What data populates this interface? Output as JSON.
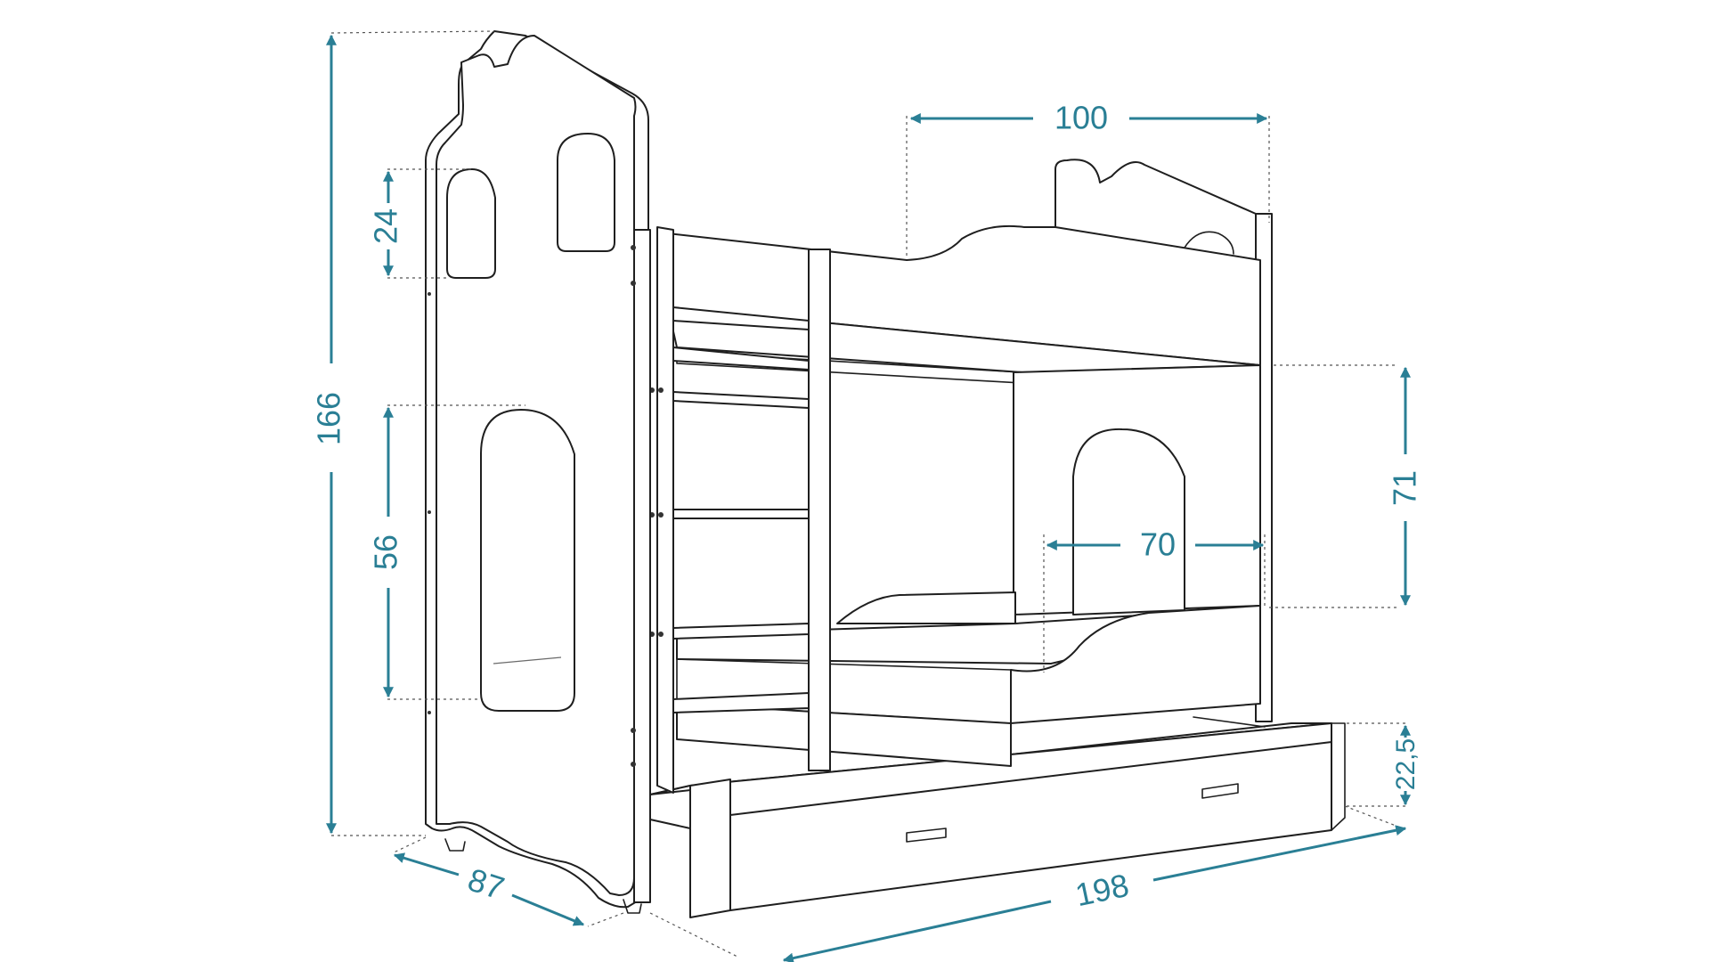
{
  "colors": {
    "dimension": "#2a7f95",
    "outline": "#1f1f1f"
  },
  "dimensions": {
    "total_height": "166",
    "depth": "87",
    "length": "198",
    "top_bed_width": "100",
    "tower_upper_window": "24",
    "tower_lower_window": "56",
    "lower_bed_clearance": "71",
    "lower_opening_width": "70",
    "drawer_height": "22,5"
  }
}
